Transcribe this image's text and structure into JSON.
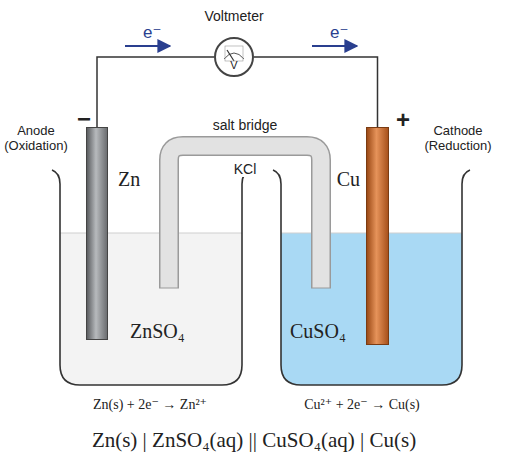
{
  "diagram": {
    "caption": "Zn(s) | ZnSO₄(aq) || CuSO₄(aq) | Cu(s)",
    "nodes": [
      {
        "text": [
          "Voltmeter",
          "V"
        ]
      },
      {
        "text": [
          "ZnSO₄"
        ]
      },
      {
        "text": [
          "Zn"
        ],
        "in": 1
      },
      {
        "text": [
          "salt bridge",
          "KCl"
        ]
      },
      {
        "text": [
          "CuSO₄"
        ]
      },
      {
        "text": [
          "Cu"
        ],
        "in": 4
      }
    ],
    "edges": [
      {
        "from": 2,
        "to": 0,
        "arrow": "none"
      },
      {
        "from": 0,
        "to": 5,
        "arrow": "none"
      }
    ],
    "labels": [
      "e⁻",
      "e⁻",
      "−",
      "+",
      "Anode (Oxidation)",
      "Cathode (Reduction)",
      "Zn(s) + 2e⁻ → Zn²⁺",
      "Cu²⁺ + 2e⁻ → Cu(s)"
    ]
  }
}
